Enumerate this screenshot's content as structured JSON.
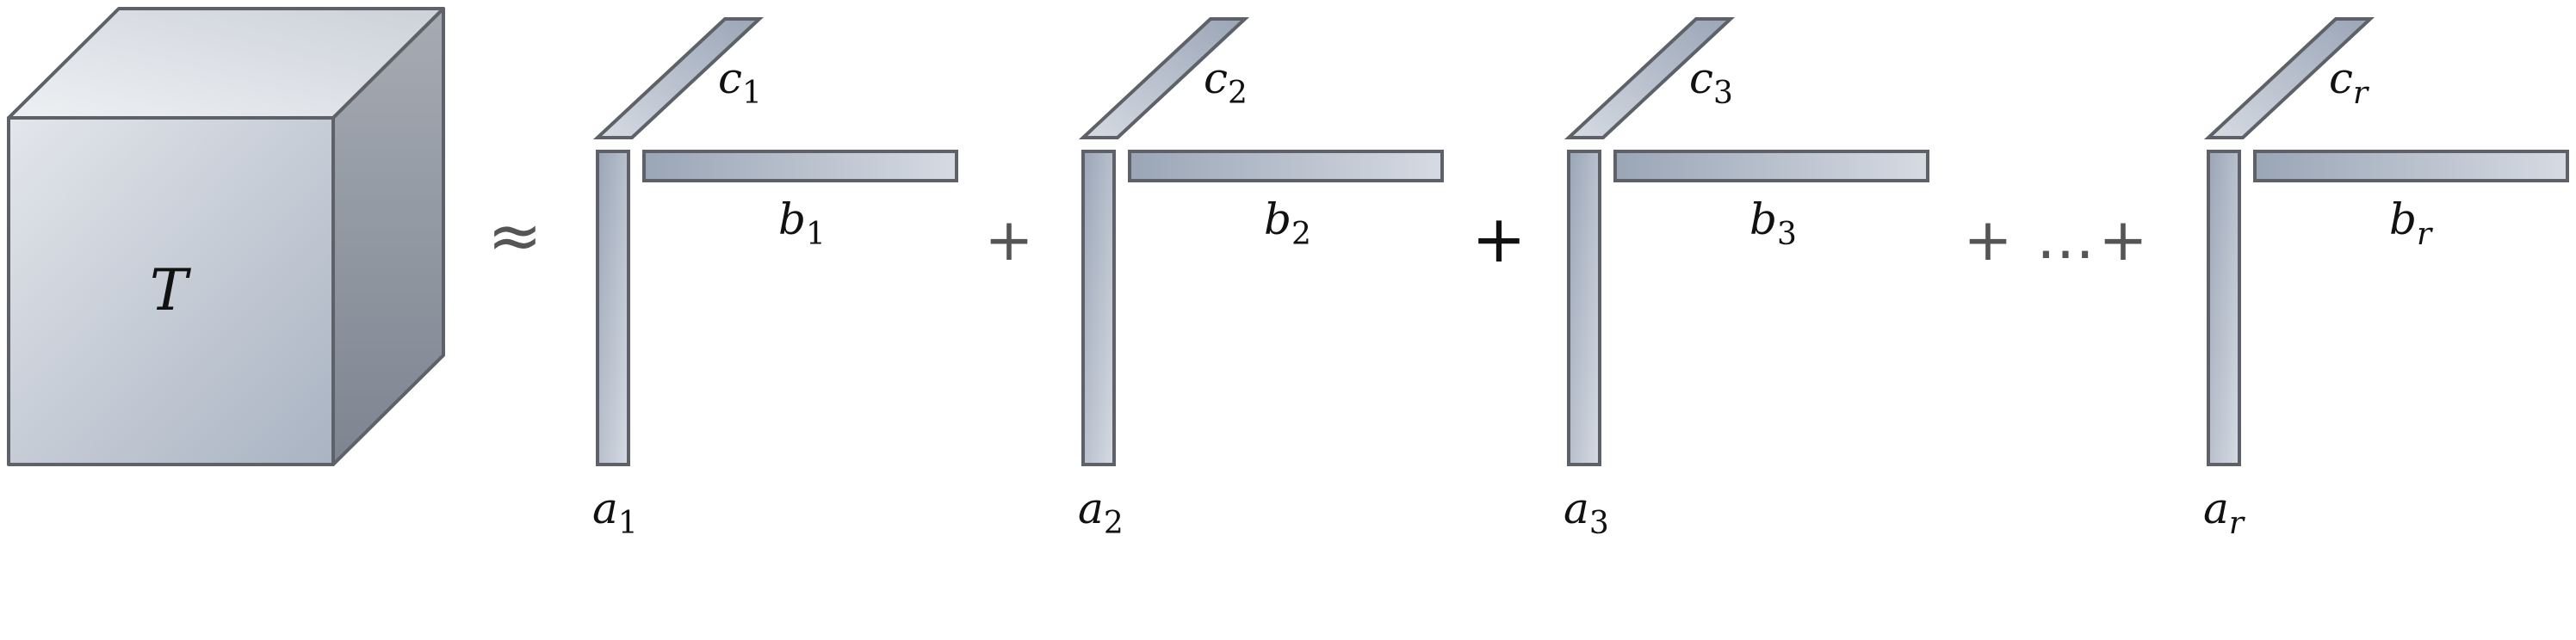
{
  "colors": {
    "outline": "#5e6168",
    "cube_front_light": "#e3e6eb",
    "cube_front_dark": "#a9b3c2",
    "cube_top_light": "#eef0f3",
    "cube_top_dark": "#ccd1d9",
    "cube_side_light": "#a6abb3",
    "cube_side_dark": "#7d8591",
    "bar_light": "#d6dbe3",
    "bar_dark": "#9aa5b6",
    "operator_gray": "#555555",
    "operator_dark": "#111111"
  },
  "tensor": {
    "label": "T"
  },
  "approx_symbol": "≈",
  "components": [
    {
      "c_base": "c",
      "c_sub": "1",
      "b_base": "b",
      "b_sub": "1",
      "a_base": "a",
      "a_sub": "1"
    },
    {
      "c_base": "c",
      "c_sub": "2",
      "b_base": "b",
      "b_sub": "2",
      "a_base": "a",
      "a_sub": "2"
    },
    {
      "c_base": "c",
      "c_sub": "3",
      "b_base": "b",
      "b_sub": "3",
      "a_base": "a",
      "a_sub": "3"
    },
    {
      "c_base": "c",
      "c_sub": "r",
      "b_base": "b",
      "b_sub": "r",
      "a_base": "a",
      "a_sub": "r"
    }
  ],
  "operators": {
    "plus_1": "+",
    "plus_2": "+",
    "plus_3": "+",
    "ellipsis": "…",
    "plus_4": "+"
  }
}
